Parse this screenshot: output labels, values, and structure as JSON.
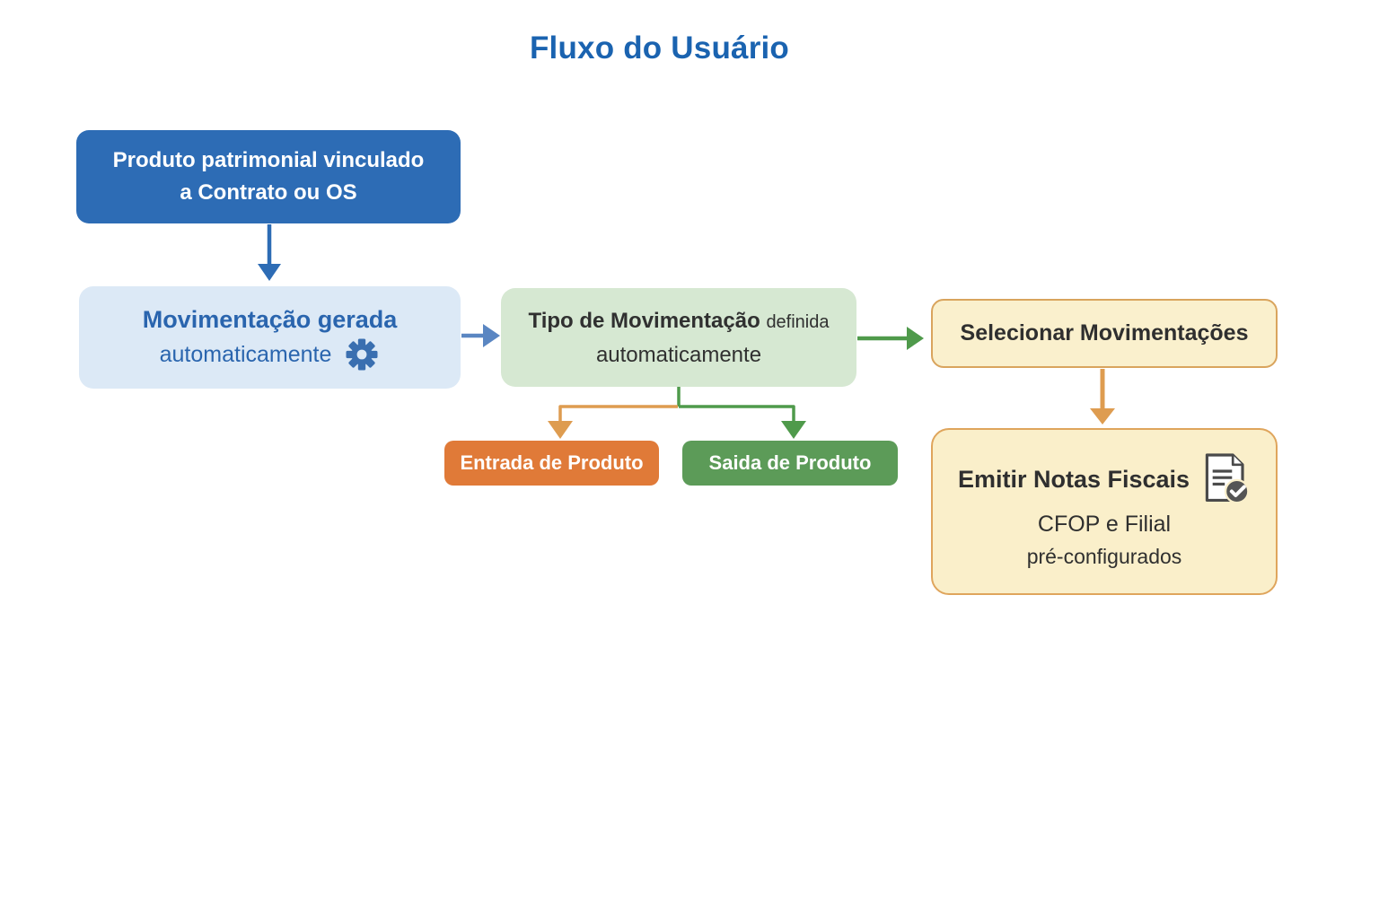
{
  "title": "Fluxo do Usuário",
  "nodes": {
    "produto_patrimonial": {
      "line1": "Produto patrimonial vinculado",
      "line2": "a Contrato ou OS"
    },
    "movimentacao_gerada": {
      "line1": "Movimentação gerada",
      "line2": "automaticamente",
      "icon": "gear-icon"
    },
    "tipo_movimentacao": {
      "title": "Tipo de Movimentação",
      "title_suffix": "definida",
      "line2": "automaticamente"
    },
    "selecionar_movimentacoes": {
      "label": "Selecionar Movimentações"
    },
    "entrada_produto": {
      "label": "Entrada de Produto"
    },
    "saida_produto": {
      "label": "Saida de Produto"
    },
    "emitir_notas": {
      "line1": "Emitir Notas Fiscais",
      "line2": "CFOP e Filial",
      "line3": "pré-configurados",
      "icon": "document-check-icon"
    }
  },
  "colors": {
    "title_text": "#1a63b0",
    "primary_blue": "#2d6cb5",
    "light_blue_bg": "#dce9f6",
    "blue_text": "#2a65ae",
    "light_green_bg": "#d6e8d2",
    "dark_text": "#303030",
    "cream_bg": "#faefca",
    "cream_border": "#dfa55c",
    "orange": "#e07a38",
    "green": "#5c9b58",
    "arrow_blue": "#2d6cb5",
    "arrow_light_blue": "#5a86c2",
    "arrow_green": "#4f9a4b",
    "arrow_orange": "#de9c50"
  }
}
